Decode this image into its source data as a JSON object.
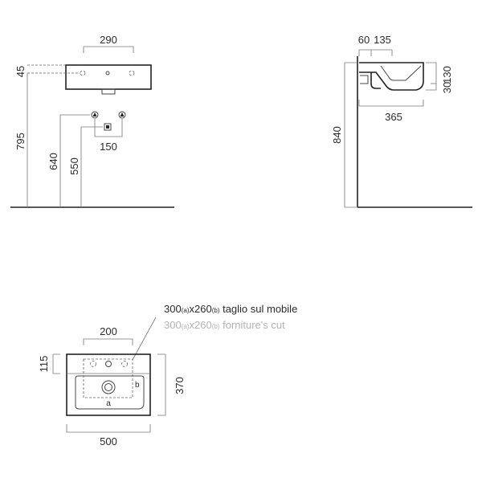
{
  "front_view": {
    "width_top": "290",
    "depth_top": "45",
    "height_basin": "795",
    "height_supply": "640",
    "height_waste": "550",
    "supply_spacing": "150"
  },
  "side_view": {
    "offset_wall": "60",
    "offset_basin": "135",
    "height_rim": "130",
    "height_lip": "30",
    "projection": "365",
    "height_total": "840"
  },
  "plan_view": {
    "cut_note_it": {
      "w": "300",
      "wa": "(a)",
      "x": "x260",
      "hb": "(b)",
      "rest": " taglio sul mobile"
    },
    "cut_note_en": {
      "w": "300",
      "wa": "(a)",
      "x": "x260",
      "hb": "(b)",
      "rest": " forniture's cut"
    },
    "width_inner": "200",
    "depth_rim": "115",
    "depth_total": "370",
    "width_total": "500",
    "label_a": "a",
    "label_b": "b"
  }
}
